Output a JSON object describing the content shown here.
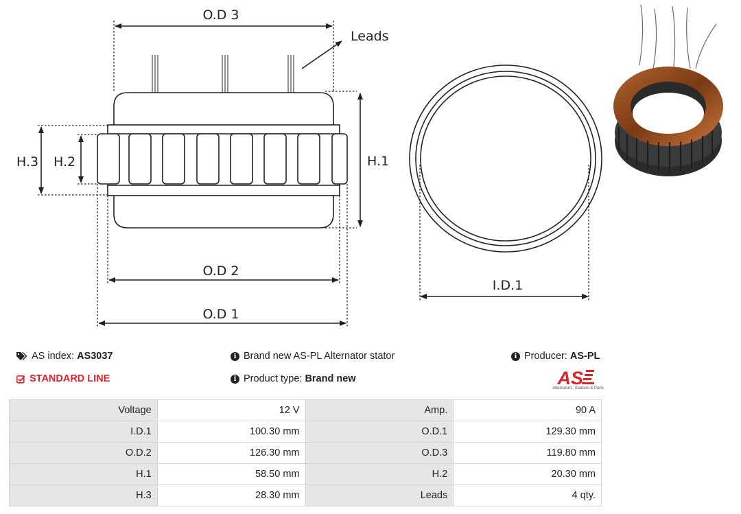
{
  "drawing": {
    "labels": {
      "od3": "O.D 3",
      "leads": "Leads",
      "h3": "H.3",
      "h2": "H.2",
      "h1": "H.1",
      "od2": "O.D 2",
      "od1": "O.D 1",
      "id1": "I.D.1"
    }
  },
  "photo": {
    "icon": "stator-photo"
  },
  "info": {
    "index_label": "AS index:",
    "index_value": "AS3037",
    "standard_line": "STANDARD LINE",
    "description": "Brand new AS-PL Alternator stator",
    "product_type_label": "Product type:",
    "product_type_value": "Brand new",
    "producer_label": "Producer:",
    "producer_value": "AS-PL",
    "logo_tagline": "Alternators, Starters & Parts"
  },
  "colors": {
    "accent_red": "#d8262e",
    "label_bg": "#e6e6e6",
    "border": "#d4d4d4"
  },
  "specs": [
    [
      "Voltage",
      "12 V",
      "Amp.",
      "90 A"
    ],
    [
      "I.D.1",
      "100.30 mm",
      "O.D.1",
      "129.30 mm"
    ],
    [
      "O.D.2",
      "126.30 mm",
      "O.D.3",
      "119.80 mm"
    ],
    [
      "H.1",
      "58.50 mm",
      "H.2",
      "20.30 mm"
    ],
    [
      "H.3",
      "28.30 mm",
      "Leads",
      "4 qty."
    ]
  ]
}
